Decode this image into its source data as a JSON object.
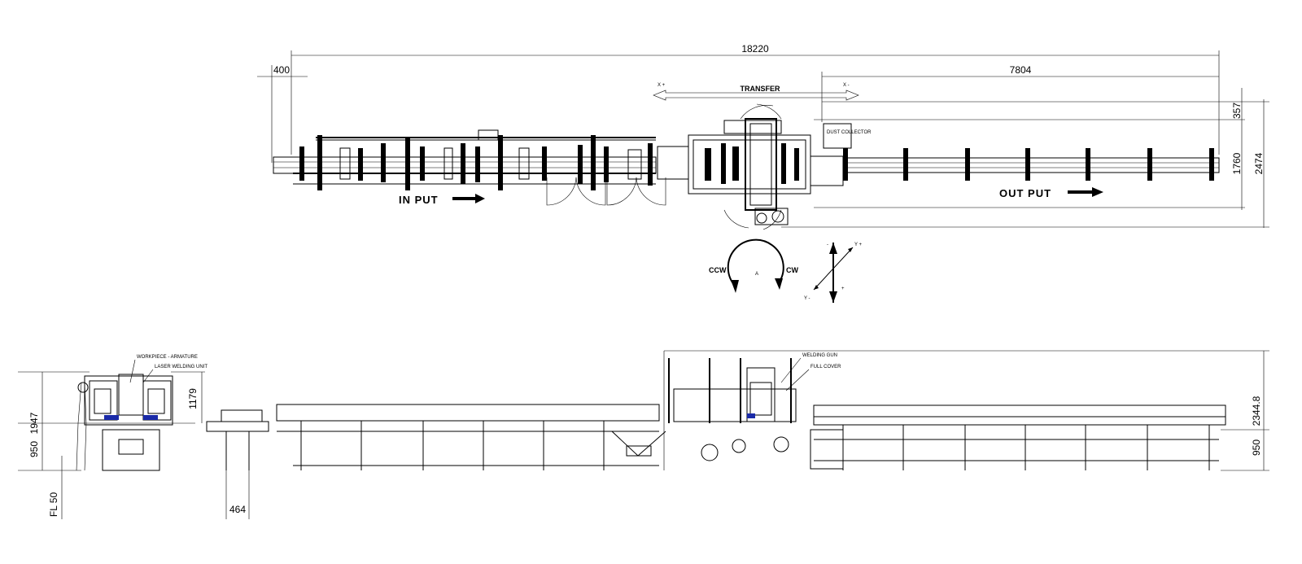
{
  "top_view": {
    "dim_total": "18220",
    "dim_left": "400",
    "dim_right": "7804",
    "dim_h1": "357",
    "dim_h2": "1760",
    "dim_h3": "2474",
    "transfer": "TRANSFER",
    "x_plus": "X +",
    "x_minus": "X -",
    "in_put": "IN PUT",
    "out_put": "OUT PUT",
    "dust_collector": "DUST COLLECTOR"
  },
  "rotation": {
    "ccw": "CCW",
    "cw": "CW",
    "a": "A",
    "y_plus": "Y +",
    "y_minus": "Y -",
    "z_plus": "+",
    "z_minus": "-"
  },
  "front_view": {
    "workpiece_label": "WORKPIECE - ARMATURE",
    "laser_label": "LASER WELDING UNIT",
    "welding_gun": "WELDING GUN",
    "full_cover": "FULL COVER",
    "dim_1947": "1947",
    "dim_950_left": "950",
    "dim_fl50": "FL 50",
    "dim_1179": "1179",
    "dim_464": "464",
    "dim_2344": "2344.8",
    "dim_950_right": "950"
  }
}
